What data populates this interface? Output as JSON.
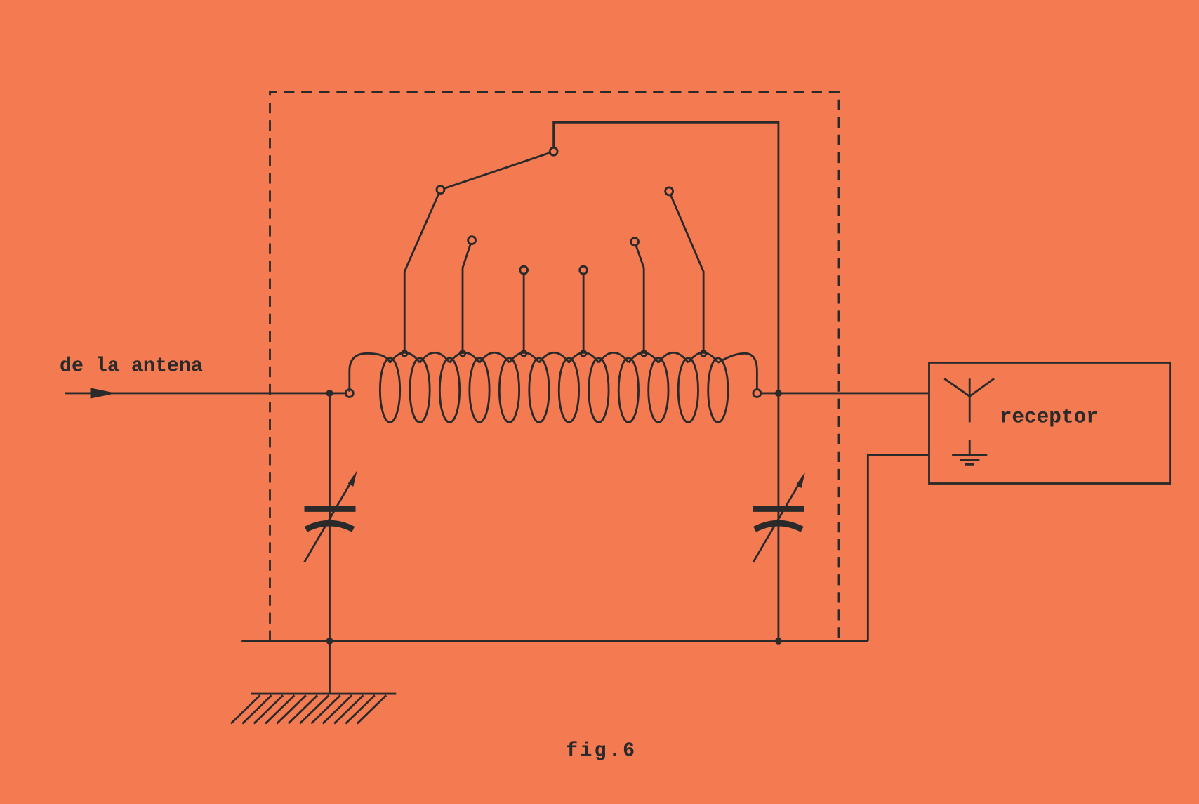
{
  "labels": {
    "input": "de la antena",
    "receiver": "receptor",
    "caption": "fig.6"
  },
  "colors": {
    "paper": "#f47a52",
    "ink": "#2a2a2a"
  }
}
